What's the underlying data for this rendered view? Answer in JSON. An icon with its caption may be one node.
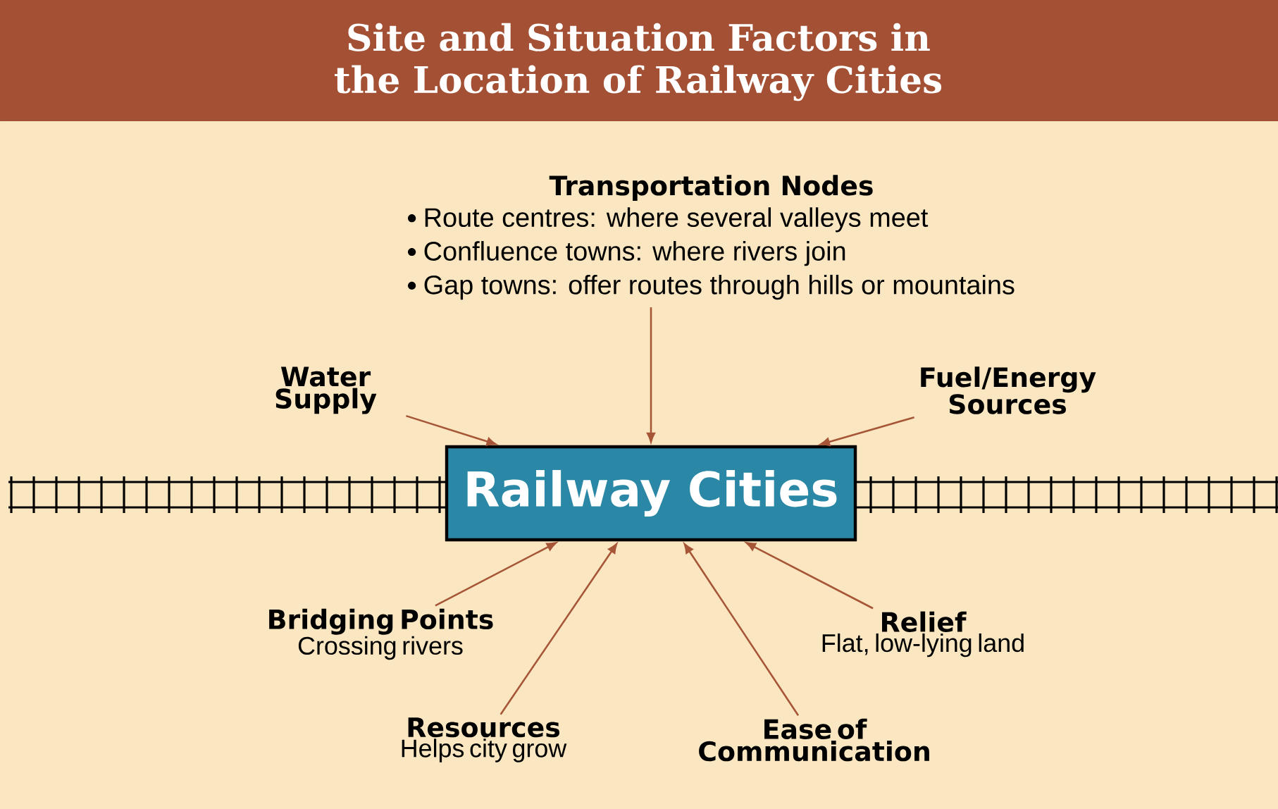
{
  "diagram": {
    "title": "Site and Situation Factors in the Location of Railway Cities",
    "nodes": [
      {
        "text": [
          "Railway Cities"
        ]
      },
      {
        "text": [
          "Transportation Nodes",
          "Route centres: where several valleys meet",
          "Confluence towns: where rivers join",
          "Gap towns: offer routes through hills or mountains"
        ]
      },
      {
        "text": [
          "Water Supply"
        ]
      },
      {
        "text": [
          "Fuel/Energy Sources"
        ]
      },
      {
        "text": [
          "Bridging Points",
          "Crossing rivers"
        ]
      },
      {
        "text": [
          "Relief",
          "Flat, low-lying land"
        ]
      },
      {
        "text": [
          "Resources",
          "Helps city grow"
        ]
      },
      {
        "text": [
          "Ease of Communication"
        ]
      }
    ],
    "edges": [
      {
        "from": 1,
        "to": 0,
        "arrow": "to"
      },
      {
        "from": 2,
        "to": 0,
        "arrow": "to"
      },
      {
        "from": 3,
        "to": 0,
        "arrow": "to"
      },
      {
        "from": 4,
        "to": 0,
        "arrow": "to"
      },
      {
        "from": 5,
        "to": 0,
        "arrow": "to"
      },
      {
        "from": 6,
        "to": 0,
        "arrow": "to"
      },
      {
        "from": 7,
        "to": 0,
        "arrow": "to"
      }
    ]
  }
}
